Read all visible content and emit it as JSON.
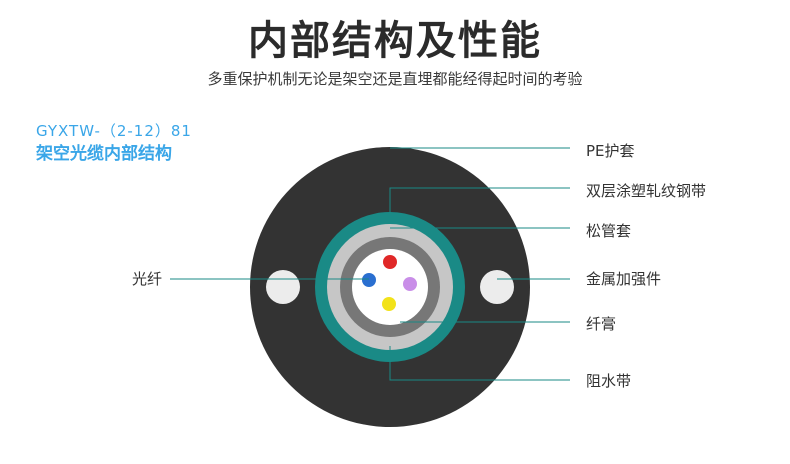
{
  "header": {
    "title": "内部结构及性能",
    "subtitle": "多重保护机制无论是架空还是直埋都能经得起时间的考验"
  },
  "product": {
    "model": "GYXTW-（2-12）81",
    "description": "架空光缆内部结构"
  },
  "labels": {
    "pe_sheath": "PE护套",
    "steel_tape": "双层涂塑轧纹钢带",
    "loose_tube": "松管套",
    "strength_member": "金属加强件",
    "fiber_paste": "纤膏",
    "water_blocking_tape": "阻水带",
    "optical_fiber": "光纤"
  },
  "colors": {
    "sheath": "#333333",
    "steel_tape": "#1a8a86",
    "water_blocking": "#c6c6c6",
    "loose_tube": "#777777",
    "fiber_red": "#e02828",
    "fiber_blue": "#2a6fd0",
    "fiber_purple": "#c98ee8",
    "fiber_yellow": "#f2e21a",
    "accent": "#3aa6e8",
    "leader_line": "#1a8a86"
  }
}
